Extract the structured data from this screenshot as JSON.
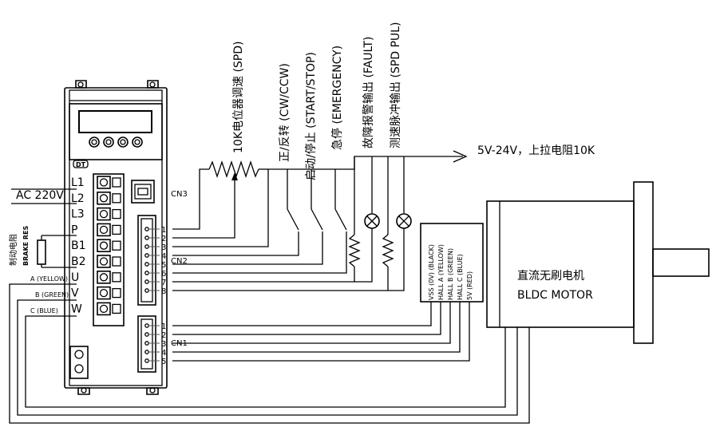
{
  "power": {
    "ac": "AC 220V"
  },
  "brake": {
    "cn": "制动电阻",
    "en": "BRAKE RES"
  },
  "driver": {
    "logo": "DT",
    "terminals": [
      "L1",
      "L2",
      "L3",
      "P",
      "B1",
      "B2",
      "U",
      "V",
      "W"
    ],
    "cn3": "CN3",
    "cn2": "CN2",
    "cn1": "CN1",
    "cn2_pins": [
      "1",
      "2",
      "3",
      "4",
      "5",
      "6",
      "7",
      "8"
    ],
    "cn1_pins": [
      "1",
      "2",
      "3",
      "4",
      "5"
    ]
  },
  "phases": {
    "a": "A (YELLOW)",
    "b": "B (GREEN)",
    "c": "C (BLUE)"
  },
  "controls": {
    "spd": "10K电位器调速 (SPD)",
    "dir": "正/反转 (CW/CCW)",
    "start": "启动/停止 (START/STOP)",
    "emg": "急停 (EMERGENCY)",
    "fault": "故障报警输出 (FAULT)",
    "pul": "测速脉冲输出 (SPD PUL)"
  },
  "pullup": "5V-24V，上拉电阻10K",
  "hall": {
    "vss": "VSS (0V) (BLACK)",
    "ha": "HALL A (YELLOW)",
    "hb": "HALL B (GREEN)",
    "hc": "HALL C (BLUE)",
    "v5": "5V (RED)"
  },
  "motor": {
    "cn": "直流无刷电机",
    "en": "BLDC MOTOR"
  }
}
